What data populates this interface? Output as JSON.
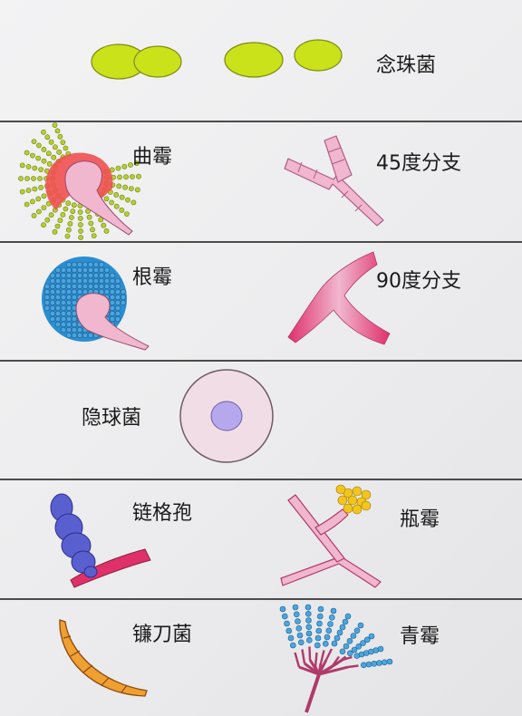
{
  "panels": [
    {
      "labels": [
        "念珠菌"
      ]
    },
    {
      "labels": [
        "曲霉",
        "45度分支"
      ]
    },
    {
      "labels": [
        "根霉",
        "90度分支"
      ]
    },
    {
      "labels": [
        "隐球菌"
      ]
    },
    {
      "labels": [
        "链格孢",
        "瓶霉"
      ]
    },
    {
      "labels": [
        "镰刀菌",
        "青霉"
      ]
    }
  ],
  "colors": {
    "candida": "#c9e21a",
    "hypha_pink": "#f0b7cf",
    "hypha_red": "#e0306a",
    "spore_green": "#b7cf2e",
    "spore_blue": "#4aa6dd",
    "spore_yellow": "#f2c51c",
    "alternaria_blue": "#5a5fd0",
    "fusarium_orange": "#f0a030",
    "cryptococcus_capsule": "#f1dde6",
    "cryptococcus_cell": "#b5a8ec",
    "line": "#4b4b4b"
  }
}
